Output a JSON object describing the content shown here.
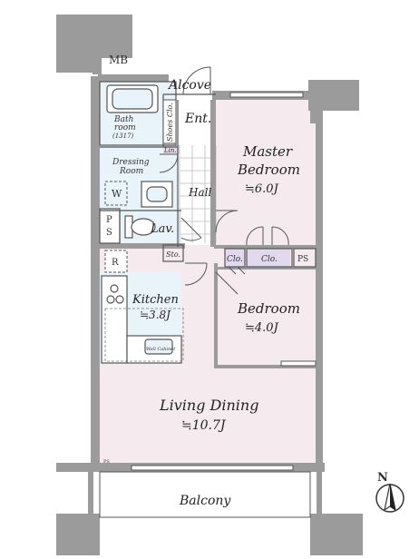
{
  "rooms": {
    "mb": "MB",
    "alcove": "Alcove",
    "entrance": "Ent.",
    "bath_name_1": "Bath",
    "bath_name_2": "room",
    "bath_size": "(1317)",
    "shoes_closet": "Shoes Clo.",
    "linen": "Lin.",
    "dressing_1": "Dressing",
    "dressing_2": "Room",
    "washer": "W",
    "hall": "Hall",
    "ps_upper_1": "P",
    "ps_upper_2": "S",
    "lavatory": "Lav.",
    "storage": "Sto.",
    "refrigerator": "R",
    "kitchen_name": "Kitchen",
    "kitchen_size": "≒3.8J",
    "kitchen_cabinet": "Wall Cabinet",
    "master_1": "Master",
    "master_2": "Bedroom",
    "master_size": "≒6.0J",
    "closet_1": "Clo.",
    "closet_2": "Clo.",
    "ps_right": "PS",
    "bedroom_name": "Bedroom",
    "bedroom_size": "≒4.0J",
    "living_name": "Living Dining",
    "living_size": "≒10.7J",
    "ps_small": "PS",
    "balcony": "Balcony"
  },
  "compass": {
    "north": "N"
  },
  "colors": {
    "wall": "#9b9b9b",
    "floor": "#f5ebef",
    "wet_area": "#e9f3fa",
    "closet": "#e3d9ee",
    "line": "#555555"
  }
}
